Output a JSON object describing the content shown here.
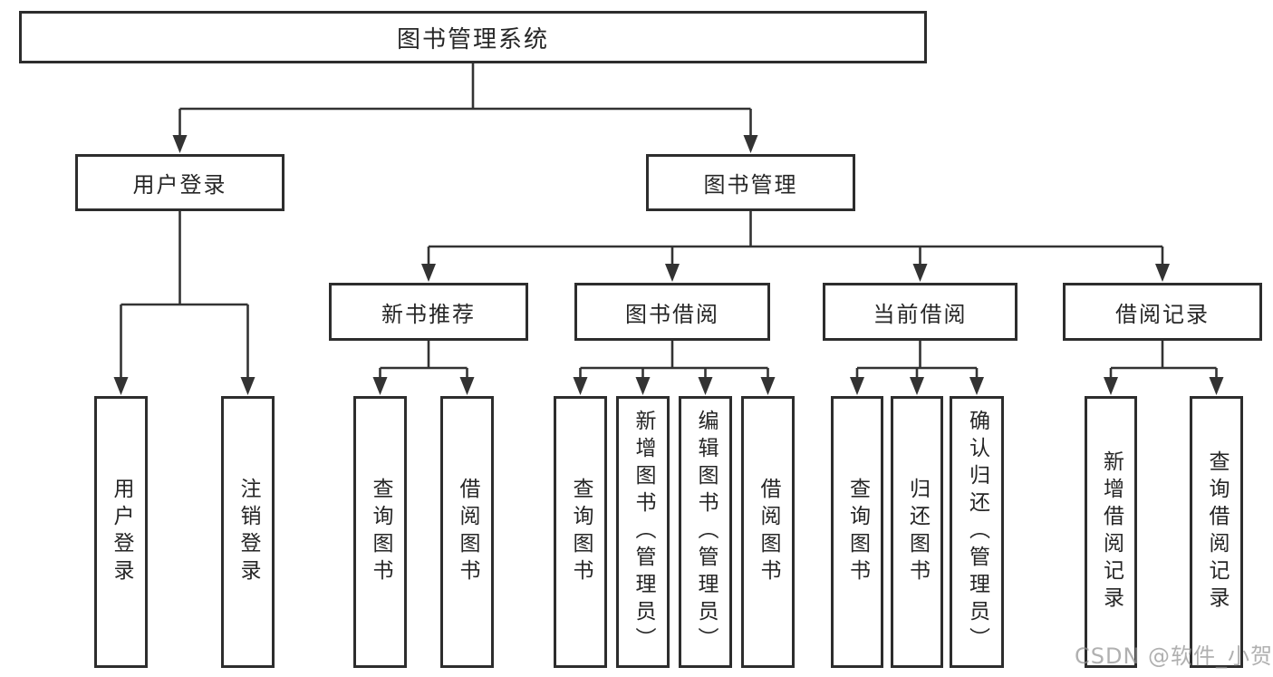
{
  "diagram": {
    "colors": {
      "line": "#333333",
      "box_border": "#2d2d2d",
      "text": "#262626",
      "watermark_text": "#919191"
    },
    "tree": {
      "root": {
        "label": "图书管理系统"
      },
      "children": [
        {
          "label": "用户登录",
          "children": [
            {
              "label": "用户登录"
            },
            {
              "label": "注销登录"
            }
          ]
        },
        {
          "label": "图书管理",
          "children": [
            {
              "label": "新书推荐",
              "children": [
                {
                  "label": "查询图书"
                },
                {
                  "label": "借阅图书"
                }
              ]
            },
            {
              "label": "图书借阅",
              "children": [
                {
                  "label": "查询图书"
                },
                {
                  "label": "新增图书（管理员）"
                },
                {
                  "label": "编辑图书（管理员）"
                },
                {
                  "label": "借阅图书"
                }
              ]
            },
            {
              "label": "当前借阅",
              "children": [
                {
                  "label": "查询图书"
                },
                {
                  "label": "归还图书"
                },
                {
                  "label": "确认归还（管理员）"
                }
              ]
            },
            {
              "label": "借阅记录",
              "children": [
                {
                  "label": "新增借阅记录"
                },
                {
                  "label": "查询借阅记录"
                }
              ]
            }
          ]
        }
      ]
    },
    "watermark": {
      "text": "CSDN @软件_小贺同学"
    }
  }
}
